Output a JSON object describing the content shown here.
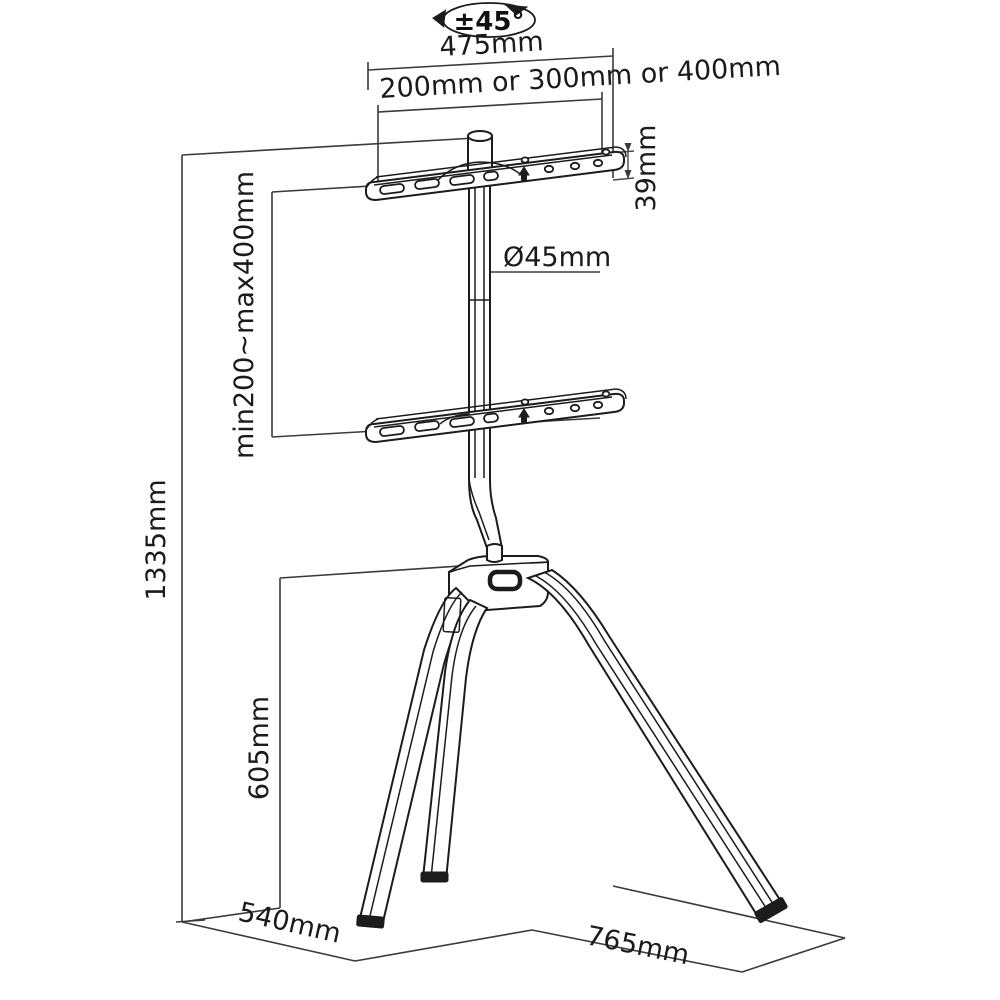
{
  "drawing": {
    "title": "TV Floor Stand Technical Dimension Drawing",
    "line_color": "#1c1c1c",
    "dimension_color": "#3b3b3b",
    "background": "#ffffff"
  },
  "dimensions": {
    "rotation": "±45°",
    "top_width": "475mm",
    "vesa_options": "200mm or 300mm or 400mm",
    "bracket_thickness": "39mm",
    "pole_diameter": "Ø45mm",
    "bracket_travel": "min200~max400mm",
    "total_height": "1335mm",
    "base_height": "605mm",
    "base_depth": "540mm",
    "base_width": "765mm"
  },
  "parts": {
    "upper_bracket": "upper-vesa-bracket",
    "lower_bracket": "lower-vesa-bracket",
    "pole": "vertical-pole",
    "hub": "base-hub",
    "leg_left": "left-leg",
    "leg_center": "center-leg",
    "leg_right": "right-leg"
  }
}
